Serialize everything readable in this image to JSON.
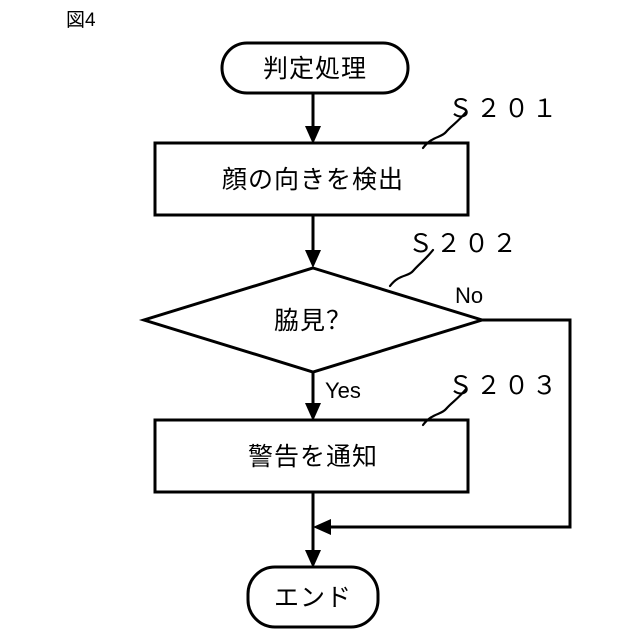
{
  "figure": {
    "title": "図4",
    "type": "flowchart",
    "background_color": "#ffffff",
    "line_color": "#000000"
  },
  "nodes": [
    {
      "id": "start",
      "shape": "terminator",
      "label": "判定処理",
      "step": null
    },
    {
      "id": "detect",
      "shape": "process",
      "label": "顔の向きを検出",
      "step": "Ｓ２０１"
    },
    {
      "id": "decision",
      "shape": "decision",
      "label": "脇見？",
      "step": "Ｓ２０２"
    },
    {
      "id": "warn",
      "shape": "process",
      "label": "警告を通知",
      "step": "Ｓ２０３"
    },
    {
      "id": "end",
      "shape": "terminator",
      "label": "エンド",
      "step": null
    }
  ],
  "edges": [
    {
      "from": "start",
      "to": "detect",
      "label": ""
    },
    {
      "from": "detect",
      "to": "decision",
      "label": ""
    },
    {
      "from": "decision",
      "to": "warn",
      "label": "Yes"
    },
    {
      "from": "decision",
      "to": "end",
      "label": "No"
    },
    {
      "from": "warn",
      "to": "end",
      "label": ""
    }
  ],
  "branch_labels": {
    "yes": "Yes",
    "no": "No"
  },
  "step_labels": {
    "s201": "Ｓ２０１",
    "s202": "Ｓ２０２",
    "s203": "Ｓ２０３"
  }
}
